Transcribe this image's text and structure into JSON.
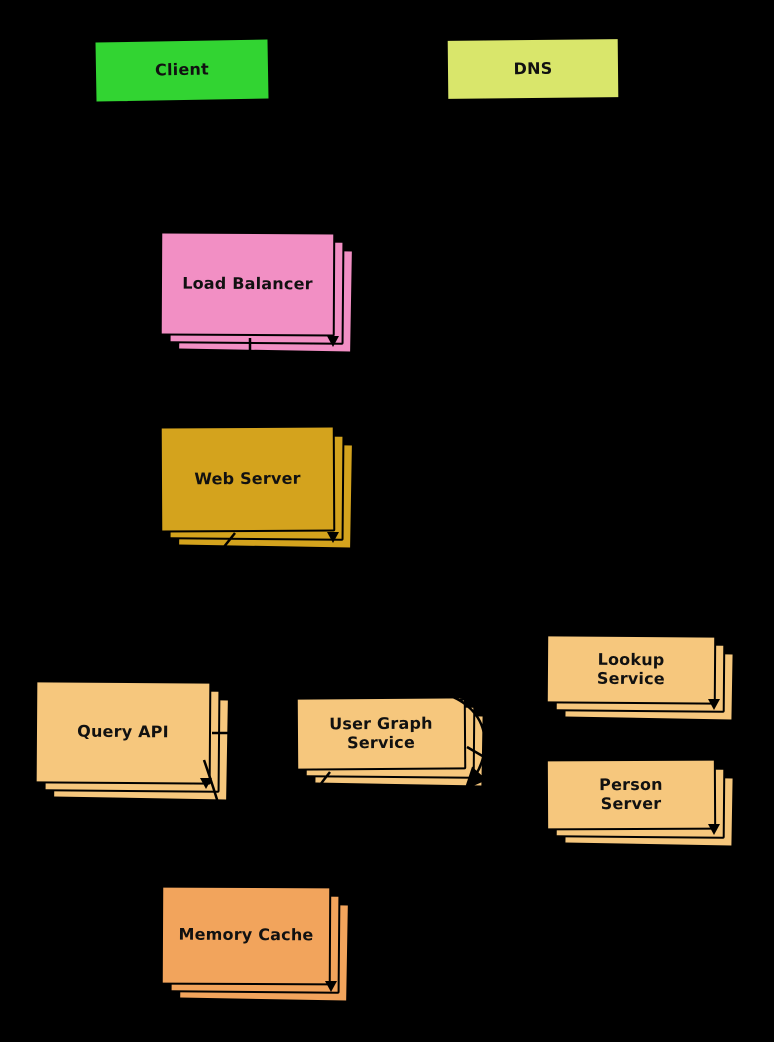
{
  "diagram": {
    "background": "#000000",
    "stroke_color": "#000000",
    "text_color": "#111111",
    "nodes": [
      {
        "id": "client",
        "label": "Client",
        "color": "#32d432",
        "stacked": false
      },
      {
        "id": "dns",
        "label": "DNS",
        "color": "#d9e66b",
        "stacked": false
      },
      {
        "id": "load-balancer",
        "label": "Load Balancer",
        "color": "#f28fc4",
        "stacked": true
      },
      {
        "id": "web-server",
        "label": "Web Server",
        "color": "#d4a31d",
        "stacked": true
      },
      {
        "id": "query-api",
        "label": "Query API",
        "color": "#f6c77d",
        "stacked": true
      },
      {
        "id": "user-graph-service",
        "label": "User Graph\nService",
        "color": "#f6c77d",
        "stacked": true
      },
      {
        "id": "lookup-service",
        "label": "Lookup\nService",
        "color": "#f6c77d",
        "stacked": true
      },
      {
        "id": "person-server",
        "label": "Person\nServer",
        "color": "#f6c77d",
        "stacked": true
      },
      {
        "id": "memory-cache",
        "label": "Memory Cache",
        "color": "#f2a45c",
        "stacked": true
      }
    ],
    "connections": [
      {
        "from": "client",
        "to": "dns"
      },
      {
        "from": "client",
        "to": "load-balancer"
      },
      {
        "from": "load-balancer",
        "to": "web-server"
      },
      {
        "from": "web-server",
        "to": "query-api"
      },
      {
        "from": "query-api",
        "to": "user-graph-service"
      },
      {
        "from": "query-api",
        "to": "memory-cache"
      },
      {
        "from": "user-graph-service",
        "to": "lookup-service"
      },
      {
        "from": "user-graph-service",
        "to": "person-server"
      },
      {
        "from": "user-graph-service",
        "to": "memory-cache"
      }
    ]
  }
}
